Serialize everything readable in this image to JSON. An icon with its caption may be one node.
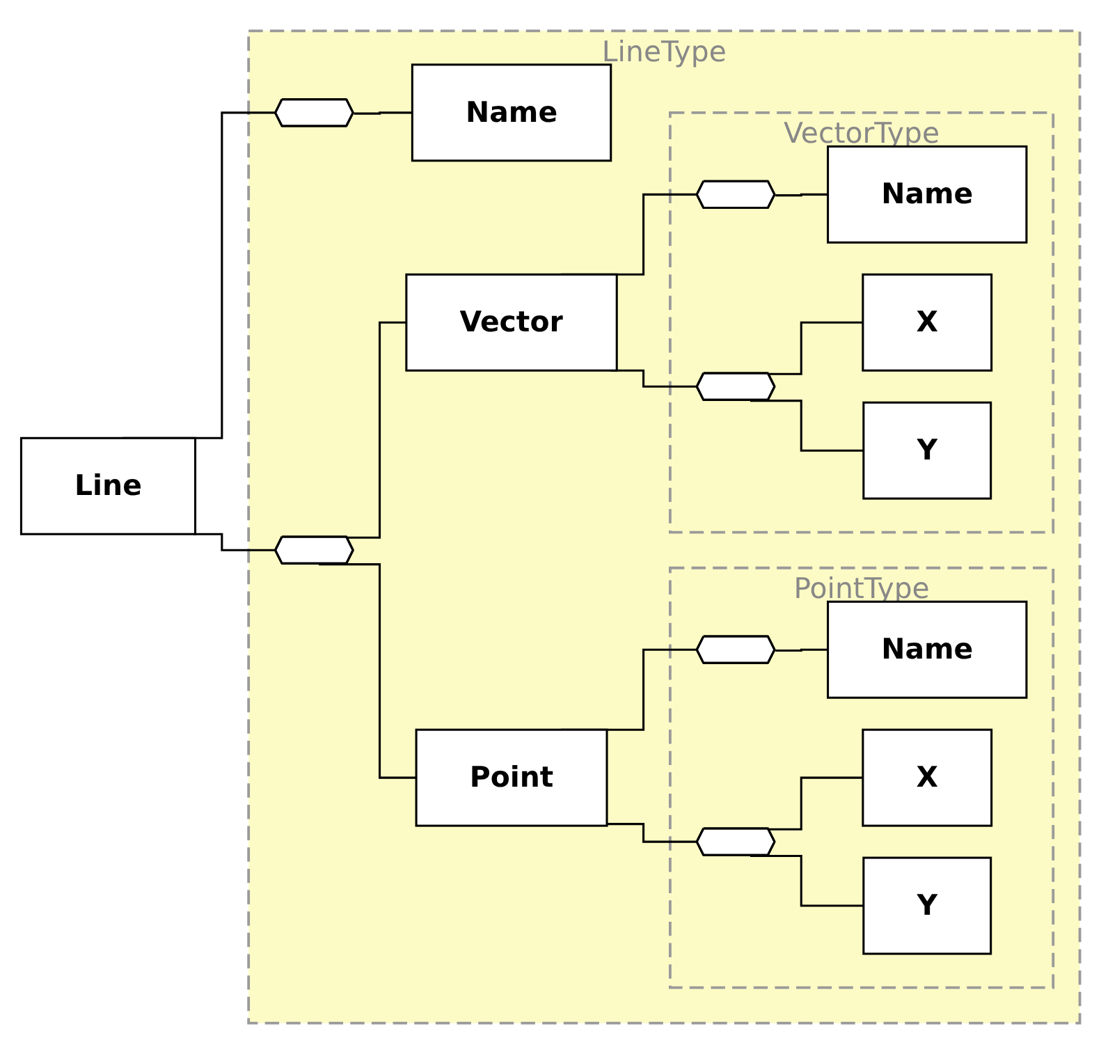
{
  "diagram": {
    "nodes": [
      {
        "text": [
          "Line"
        ]
      },
      {
        "text": [
          "LineType"
        ]
      },
      {
        "text": [],
        "shape": "octagon",
        "in": 1
      },
      {
        "text": [
          "Name"
        ],
        "in": 1
      },
      {
        "text": [],
        "shape": "octagon",
        "in": 1
      },
      {
        "text": [
          "Point"
        ],
        "in": 1
      },
      {
        "text": [
          "PointType"
        ],
        "in": 1
      },
      {
        "text": [],
        "shape": "octagon",
        "in": 6
      },
      {
        "text": [
          "Name"
        ],
        "in": 6
      },
      {
        "text": [],
        "shape": "octagon",
        "in": 6
      },
      {
        "text": [
          "X"
        ],
        "in": 6
      },
      {
        "text": [
          "Y"
        ],
        "in": 6
      },
      {
        "text": [
          "Vector"
        ],
        "in": 1
      },
      {
        "text": [
          "VectorType"
        ],
        "in": 1
      },
      {
        "text": [],
        "shape": "octagon",
        "in": 13
      },
      {
        "text": [
          "Name"
        ],
        "in": 13
      },
      {
        "text": [],
        "shape": "octagon",
        "in": 13
      },
      {
        "text": [
          "X"
        ],
        "in": 13
      },
      {
        "text": [
          "Y"
        ],
        "in": 13
      }
    ],
    "edges": [
      {
        "from": 0,
        "to": 2,
        "arrow": "none"
      },
      {
        "from": 0,
        "to": 4,
        "arrow": "none"
      },
      {
        "from": 2,
        "to": 3,
        "arrow": "none"
      },
      {
        "from": 4,
        "to": 5,
        "arrow": "none"
      },
      {
        "from": 4,
        "to": 12,
        "arrow": "none"
      },
      {
        "from": 5,
        "to": 7,
        "arrow": "none"
      },
      {
        "from": 5,
        "to": 9,
        "arrow": "none"
      },
      {
        "from": 7,
        "to": 8,
        "arrow": "none"
      },
      {
        "from": 9,
        "to": 10,
        "arrow": "none"
      },
      {
        "from": 9,
        "to": 11,
        "arrow": "none"
      },
      {
        "from": 12,
        "to": 14,
        "arrow": "none"
      },
      {
        "from": 12,
        "to": 16,
        "arrow": "none"
      },
      {
        "from": 14,
        "to": 15,
        "arrow": "none"
      },
      {
        "from": 16,
        "to": 17,
        "arrow": "none"
      },
      {
        "from": 16,
        "to": 18,
        "arrow": "none"
      }
    ]
  }
}
